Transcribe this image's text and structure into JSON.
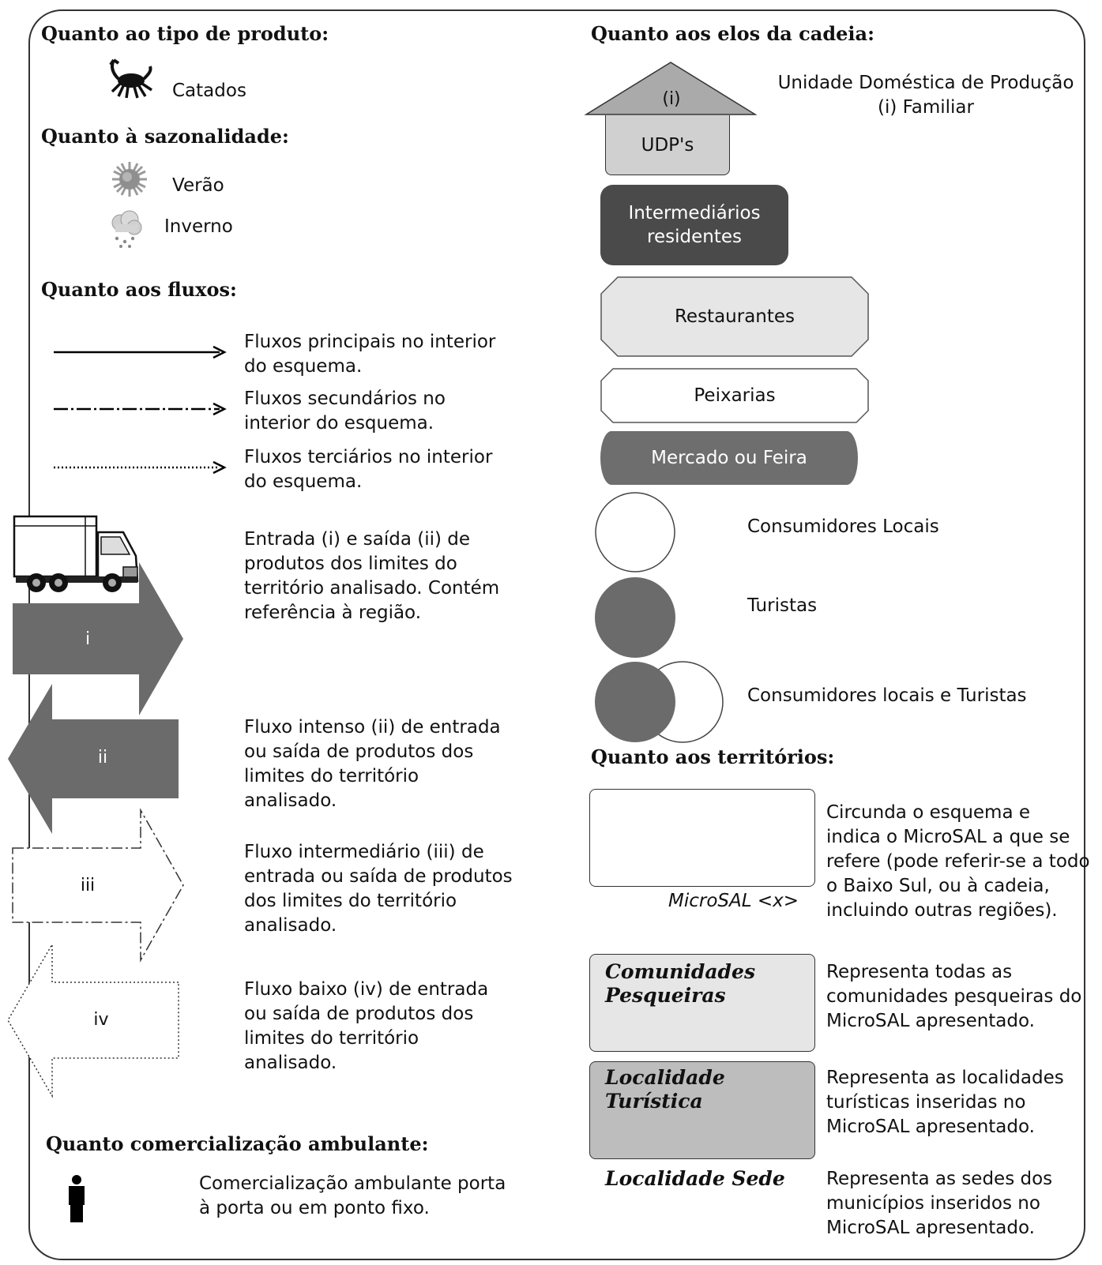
{
  "left": {
    "product": {
      "heading": "Quanto ao tipo de produto:",
      "items": [
        {
          "label": "Catados",
          "icon": "crab-icon"
        }
      ]
    },
    "season": {
      "heading": "Quanto à sazonalidade:",
      "items": [
        {
          "label": "Verão",
          "icon": "sun-icon"
        },
        {
          "label": "Inverno",
          "icon": "rain-cloud-icon"
        }
      ]
    },
    "flows": {
      "heading": "Quanto aos fluxos:",
      "lines": [
        {
          "style": "solid",
          "text": "Fluxos principais  no interior do esquema."
        },
        {
          "style": "dash-dot",
          "text": "Fluxos secundários no interior  do esquema."
        },
        {
          "style": "dotted",
          "text": "Fluxos terciários no interior do esquema."
        }
      ],
      "truck_icon": "truck-icon",
      "arrows": [
        {
          "label": "i",
          "text": "Entrada (i) e saída (ii)  de produtos dos limites  do território  analisado. Contém referência à região."
        },
        {
          "label": "ii",
          "text": "Fluxo intenso (ii)  de entrada ou saída de produtos dos limites  do território analisado."
        },
        {
          "label": "iii",
          "text": "Fluxo intermediário  (iii)  de entrada ou saída de produtos dos limites  do território  analisado."
        },
        {
          "label": "iv",
          "text": "Fluxo baixo (iv) de entrada ou saída de produtos dos limites  do território analisado."
        }
      ]
    },
    "street": {
      "heading": "Quanto comercialização ambulante:",
      "icon": "person-icon",
      "text": "Comercialização  ambulante porta à porta ou em ponto fixo."
    }
  },
  "right": {
    "chain": {
      "heading": "Quanto aos elos da cadeia:",
      "udp_roof_label": "(i)",
      "udp_label": "UDP's",
      "udp_desc_line1": "Unidade Doméstica de Produção",
      "udp_desc_line2": "(i) Familiar",
      "intermediarios": "Intermediários residentes",
      "restaurantes": "Restaurantes",
      "peixarias": "Peixarias",
      "mercado": "Mercado ou Feira",
      "consumidores_locais": "Consumidores Locais",
      "turistas": "Turistas",
      "locais_turistas": "Consumidores locais  e Turistas"
    },
    "territories": {
      "heading": "Quanto aos territórios:",
      "microsal_label": "MicroSAL  <x>",
      "microsal_desc": "Circunda  o esquema e indica o MicroSAL a que se refere (pode referir-se a todo o Baixo Sul, ou à cadeia, incluindo  outras regiões).",
      "comunidades_label": "Comunidades Pesqueiras",
      "comunidades_desc": "Representa todas as comunidades pesqueiras do MicroSAL apresentado.",
      "turistica_label": "Localidade Turística",
      "turistica_desc": "Representa as localidades turísticas inseridas  no MicroSAL  apresentado.",
      "sede_label": "Localidade Sede",
      "sede_desc": "Representa as sedes dos municípios  inseridos no MicroSAL apresentado."
    }
  },
  "colors": {
    "dark": "#555555",
    "darker": "#4a4a4a",
    "mid": "#6e6e6e",
    "light": "#e6e6e6",
    "medium": "#bdbdbd"
  }
}
